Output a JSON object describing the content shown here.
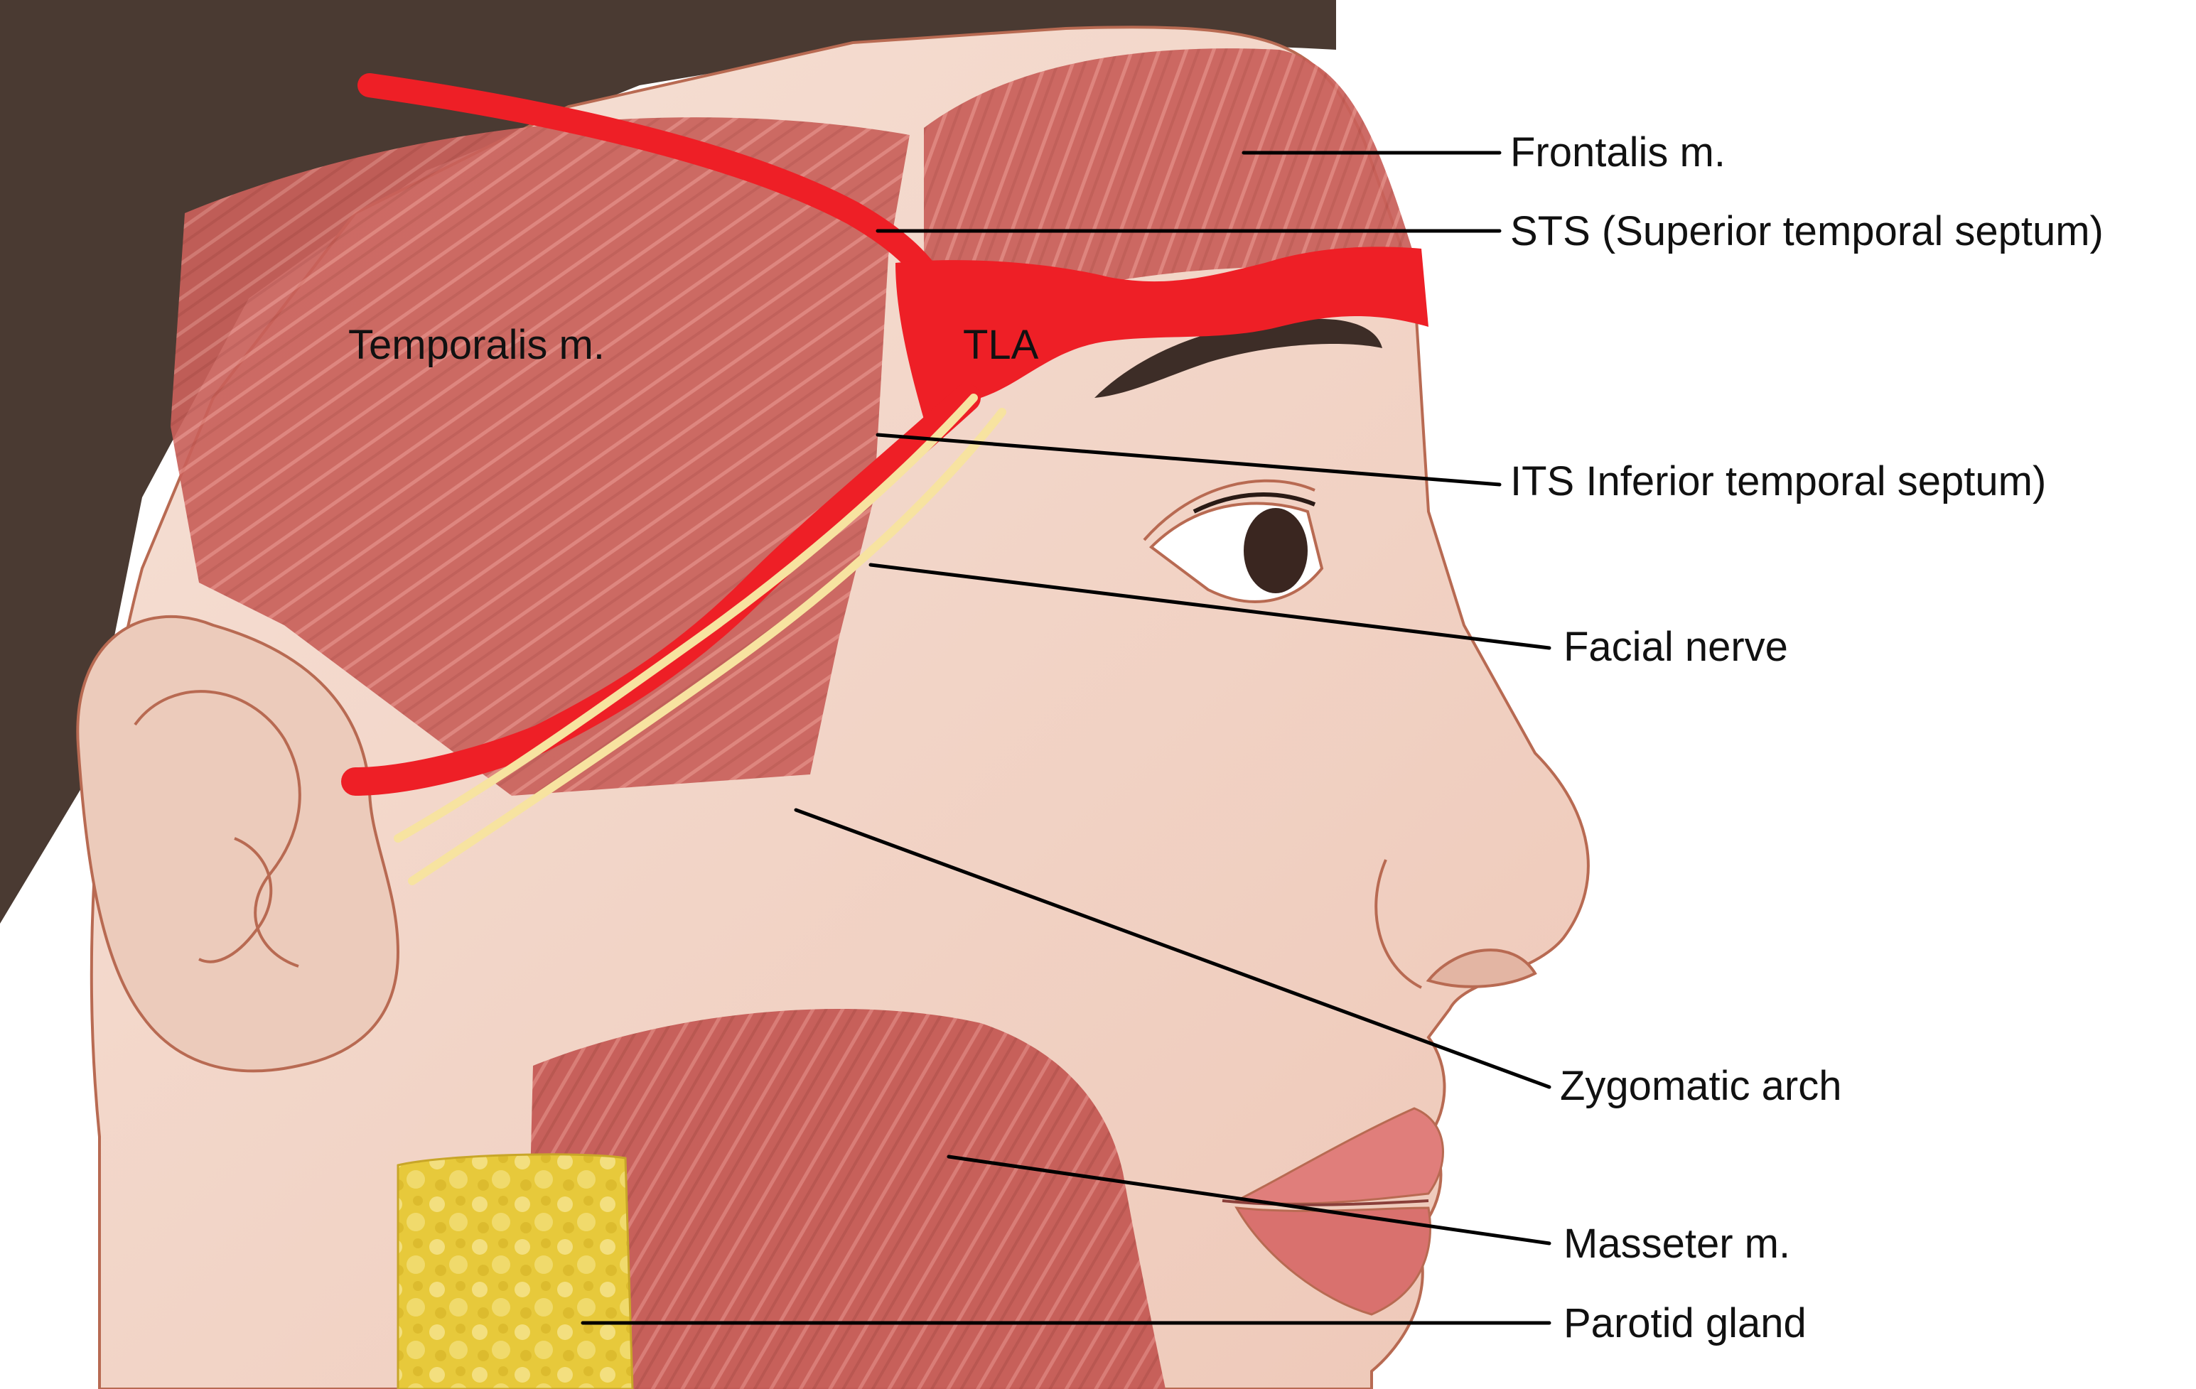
{
  "colors": {
    "hair": "#4a3a32",
    "skin": "#f3d9cc",
    "skin_outline": "#b86a52",
    "muscle": "#c9605a",
    "muscle_fiber": "#e48c84",
    "septum": "#ee1f26",
    "nerve": "#f7e3a0",
    "parotid": "#e7c93b",
    "lip": "#e07e7b",
    "eye": "#3a2620"
  },
  "labels": {
    "frontalis": "Frontalis m.",
    "sts": "STS (Superior temporal septum)",
    "its": "ITS Inferior temporal septum)",
    "facial_nerve": "Facial nerve",
    "zygomatic_arch": "Zygomatic arch",
    "masseter": "Masseter m.",
    "parotid": "Parotid gland"
  },
  "inline_labels": {
    "temporalis": "Temporalis m.",
    "tla": "TLA"
  }
}
